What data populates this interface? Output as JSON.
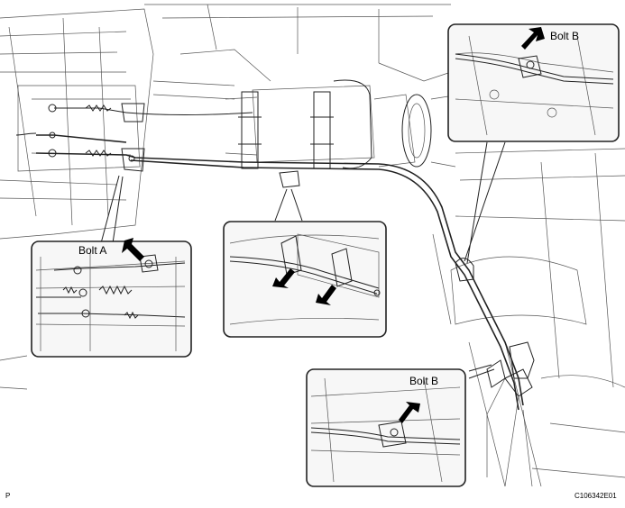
{
  "labels": {
    "bolt_a": "Bolt A",
    "bolt_b_top": "Bolt B",
    "bolt_b_bottom": "Bolt B",
    "corner_left": "P",
    "figure_code": "C106342E01"
  },
  "colors": {
    "line": "#222222",
    "background": "#ffffff",
    "arrow": "#000000"
  }
}
